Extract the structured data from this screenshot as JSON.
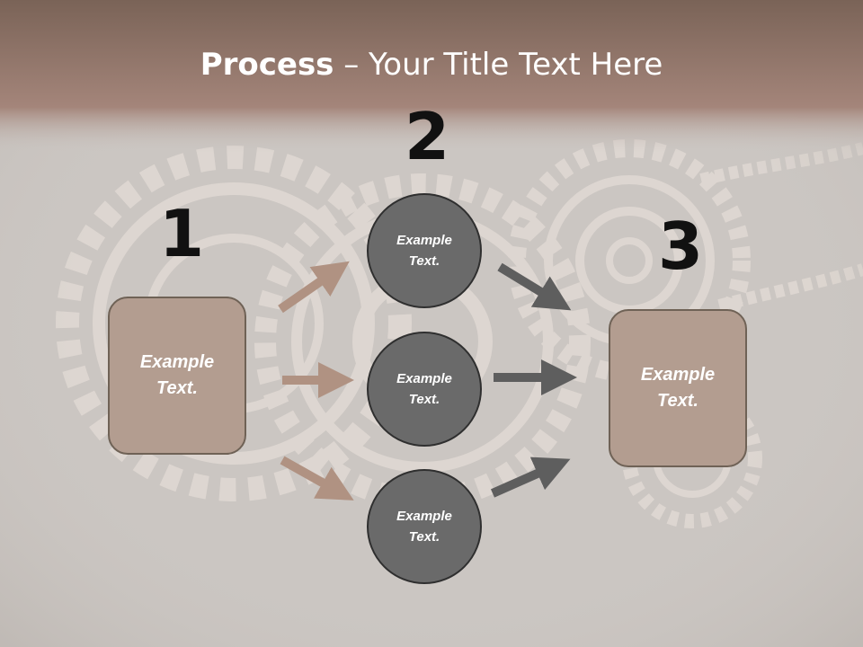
{
  "title": {
    "bold": "Process",
    "rest": " – Your Title Text Here"
  },
  "steps": [
    {
      "number": "1",
      "box_text": "Example Text."
    },
    {
      "number": "2"
    },
    {
      "number": "3",
      "box_text": "Example Text."
    }
  ],
  "circles": [
    {
      "text": "Example Text."
    },
    {
      "text": "Example Text."
    },
    {
      "text": "Example Text."
    }
  ],
  "colors": {
    "header_band": "#8d6f60",
    "box_fill": "#b39d90",
    "circle_fill": "#6a6a6a",
    "arrow_left": "#b09282",
    "arrow_right": "#5e5e5e"
  }
}
